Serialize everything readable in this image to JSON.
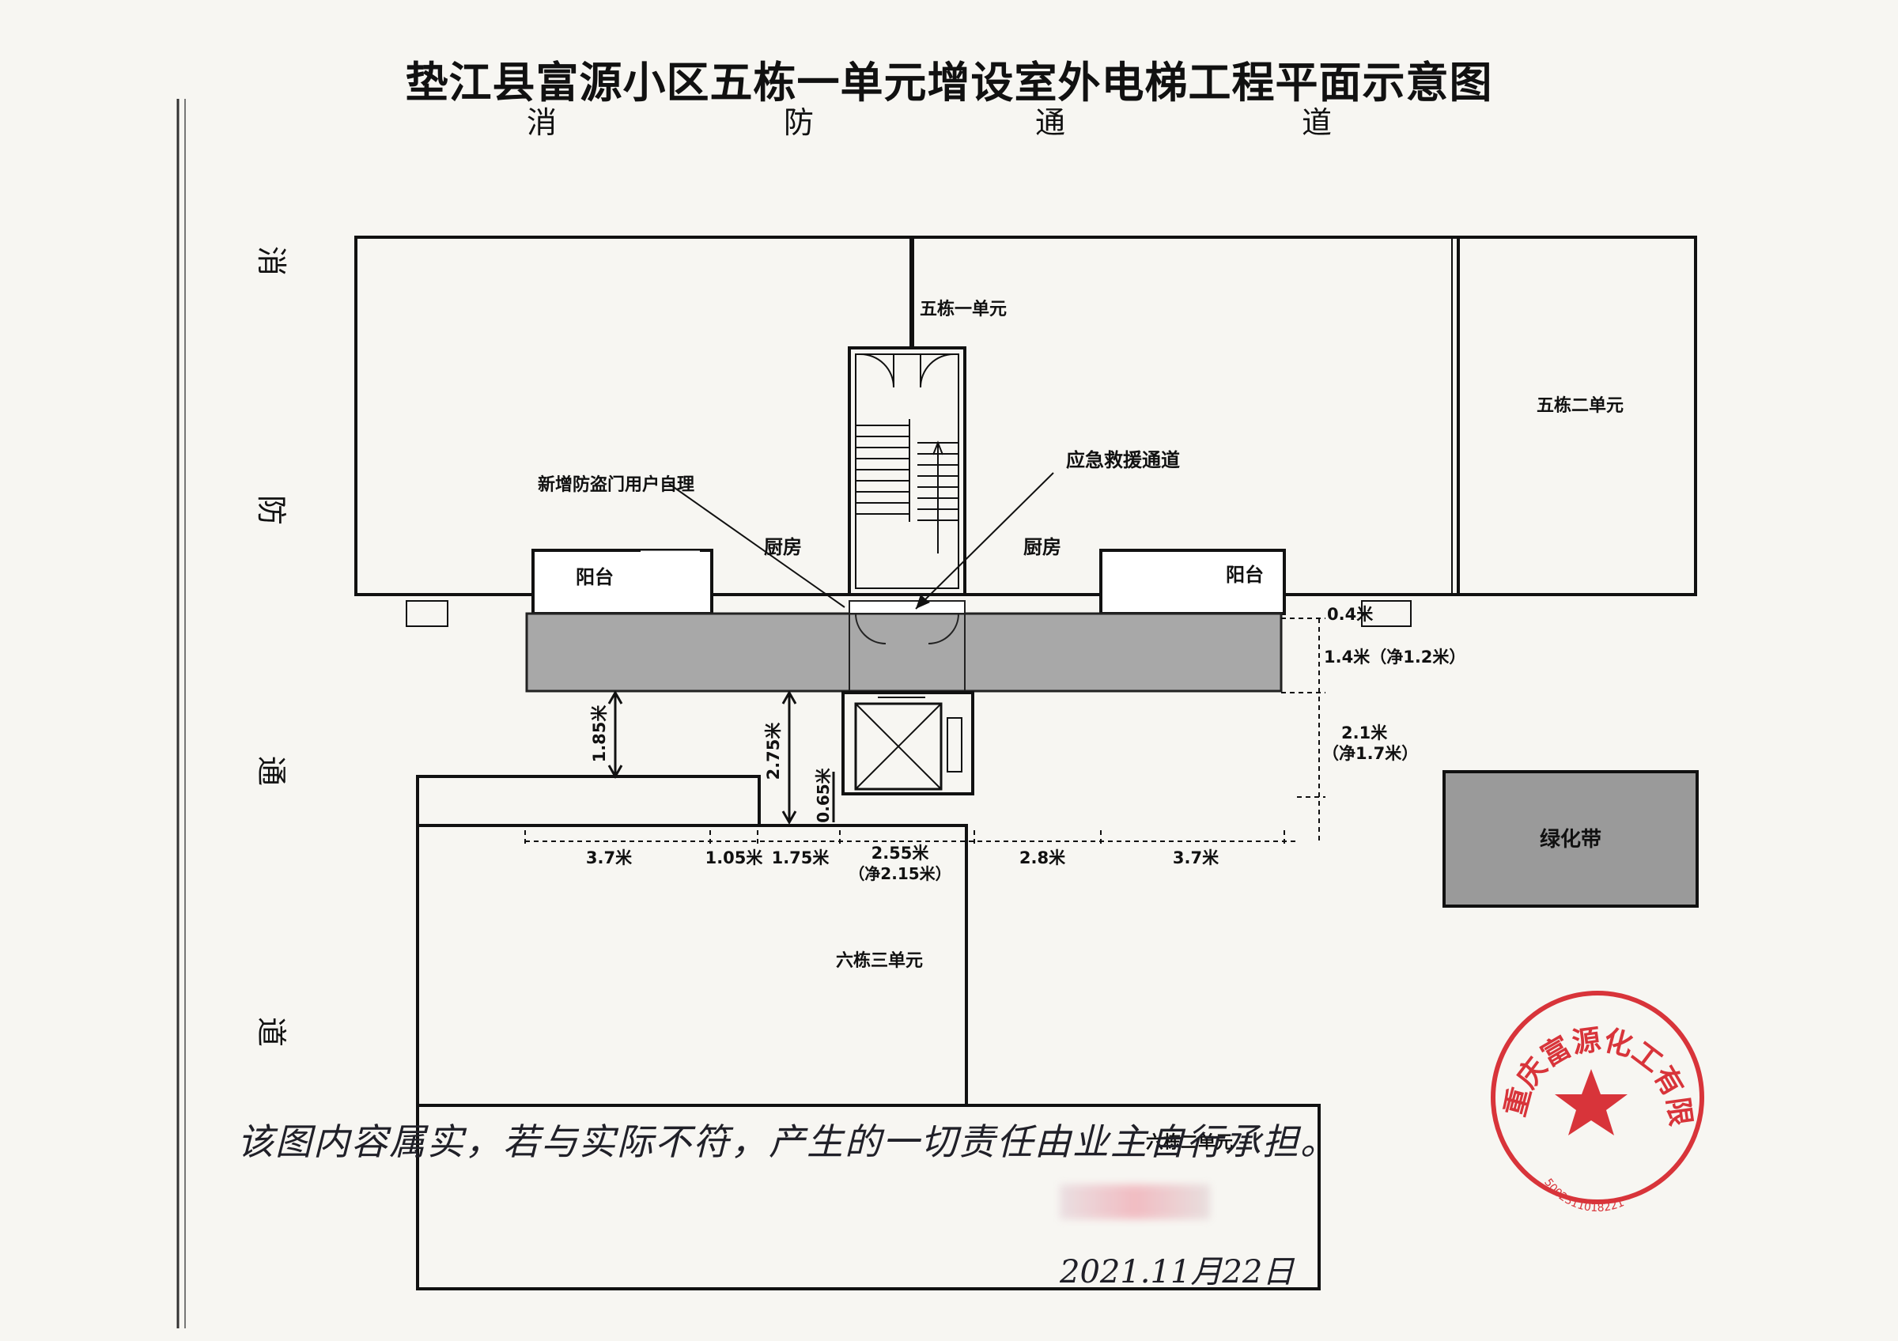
{
  "title": "垫江县富源小区五栋一单元增设室外电梯工程平面示意图",
  "fire_lane_top": [
    "消",
    "防",
    "通",
    "道"
  ],
  "fire_lane_left": [
    "消",
    "防",
    "通",
    "道"
  ],
  "buildings": {
    "b5u1": "五栋一单元",
    "b5u2": "五栋二单元",
    "b6u3": "六栋三单元",
    "b6u2": "六栋二单元"
  },
  "rooms": {
    "balcony_left": "阳台",
    "balcony_right": "阳台",
    "kitchen_left": "厨房",
    "kitchen_right": "厨房",
    "green_belt": "绿化带"
  },
  "callouts": {
    "new_door": "新增防盗门用户自理",
    "rescue": "应急救援通道"
  },
  "dimensions": {
    "d04": "0.4米",
    "d14": "1.4米（净1.2米）",
    "d21": "2.1米",
    "d21_net": "（净1.7米）",
    "d185": "1.85米",
    "d275": "2.75米",
    "d065": "0.65米",
    "h37_left": "3.7米",
    "h105": "1.05米",
    "h175": "1.75米",
    "h255": "2.55米",
    "h255_net": "（净2.15米）",
    "h28": "2.8米",
    "h37_right": "3.7米"
  },
  "note": "该图内容属实，若与实际不符，产生的一切责任由业主自行承担。",
  "date": "2021.11月22日",
  "seal": {
    "text": "重庆富源化工有限公司",
    "number": "5002311018221",
    "color": "#d8343a"
  }
}
